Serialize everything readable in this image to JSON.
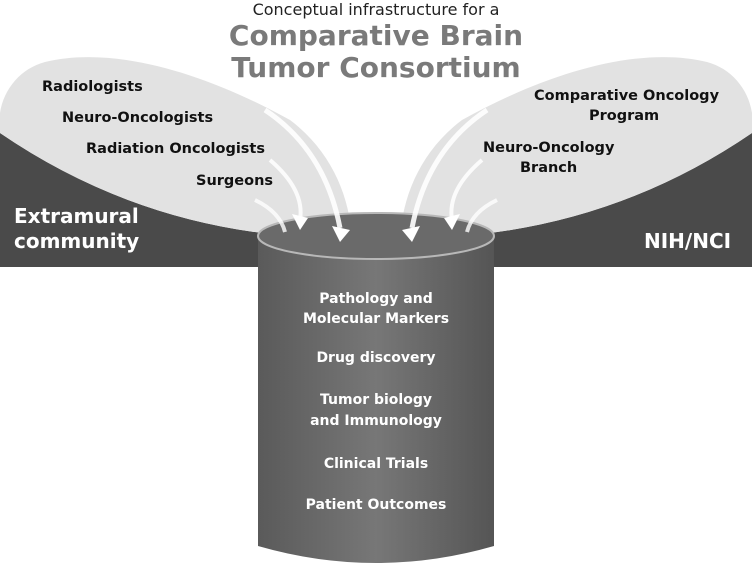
{
  "header": {
    "subtitle": "Conceptual infrastructure for a",
    "title_line1": "Comparative Brain",
    "title_line2": "Tumor Consortium"
  },
  "left_group": {
    "label_line1": "Extramural",
    "label_line2": "community",
    "members": [
      "Radiologists",
      "Neuro-Oncologists",
      "Radiation Oncologists",
      "Surgeons"
    ]
  },
  "right_group": {
    "label": "NIH/NCI",
    "members": [
      {
        "line1": "Comparative Oncology",
        "line2": "Program"
      },
      {
        "line1": "Neuro-Oncology",
        "line2": "Branch"
      }
    ]
  },
  "cylinder": {
    "items": [
      {
        "line1": "Pathology and",
        "line2": "Molecular Markers"
      },
      {
        "line1": "Drug discovery",
        "line2": ""
      },
      {
        "line1": "Tumor biology",
        "line2": "and Immunology"
      },
      {
        "line1": "Clinical Trials",
        "line2": ""
      },
      {
        "line1": "Patient Outcomes",
        "line2": ""
      }
    ]
  },
  "colors": {
    "dark_band": "#4a4a4a",
    "cone_fill": "#e2e2e2",
    "cylinder_body": "#666666",
    "title_gray": "#7a7a7a"
  }
}
